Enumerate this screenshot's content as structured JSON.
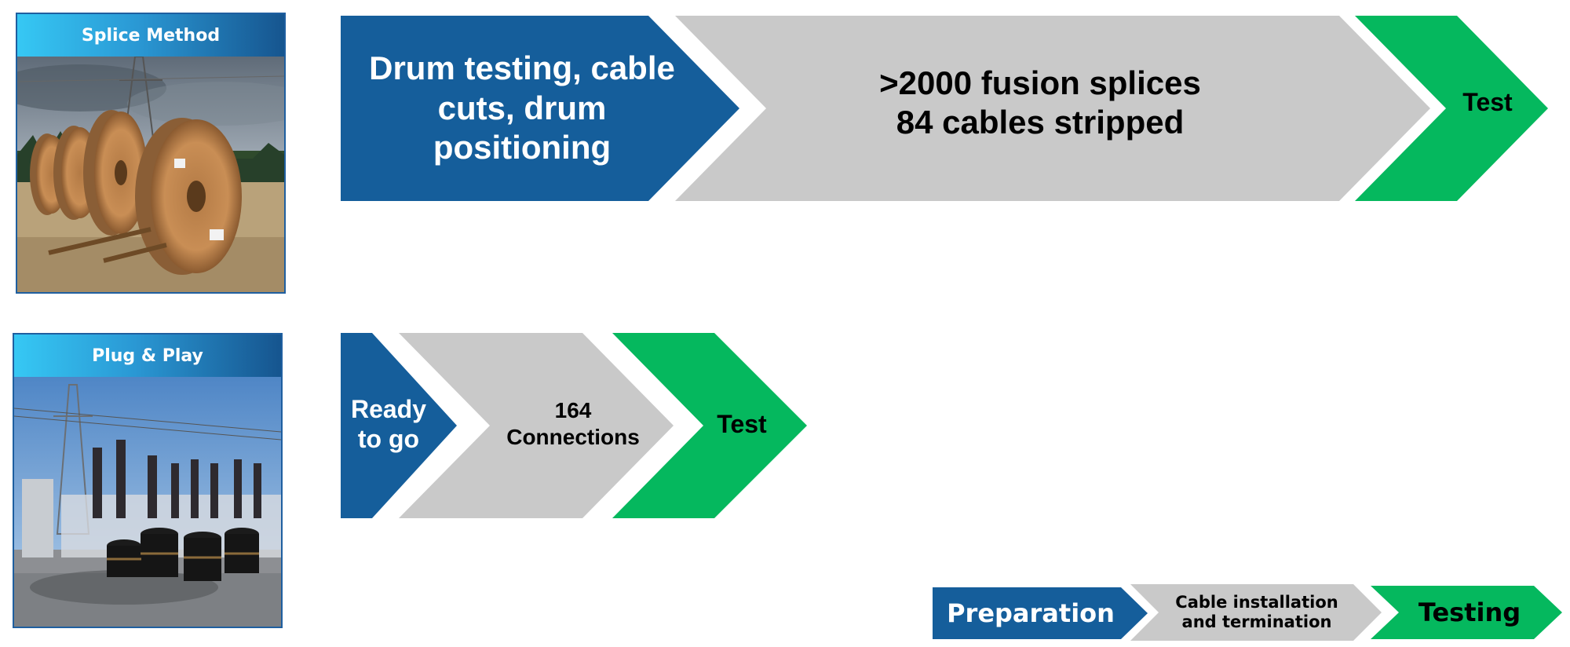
{
  "colors": {
    "blue": "#155e9b",
    "gray": "#c9c9c9",
    "green": "#05b85e",
    "header_light": "#36c8f4",
    "header_dark": "#16558f"
  },
  "cards": [
    {
      "title": "Splice Method",
      "photo": "cable-drums-photo"
    },
    {
      "title": "Plug & Play",
      "photo": "substation-photo"
    }
  ],
  "splice_flow": {
    "preparation": "Drum testing, cable\ncuts, drum\npositioning",
    "installation": ">2000 fusion splices\n84 cables stripped",
    "testing": "Test"
  },
  "plug_flow": {
    "preparation": "Ready\nto go",
    "installation": "164\nConnections",
    "testing": "Test"
  },
  "legend": {
    "preparation": "Preparation",
    "installation": "Cable installation\nand termination",
    "testing": "Testing"
  }
}
